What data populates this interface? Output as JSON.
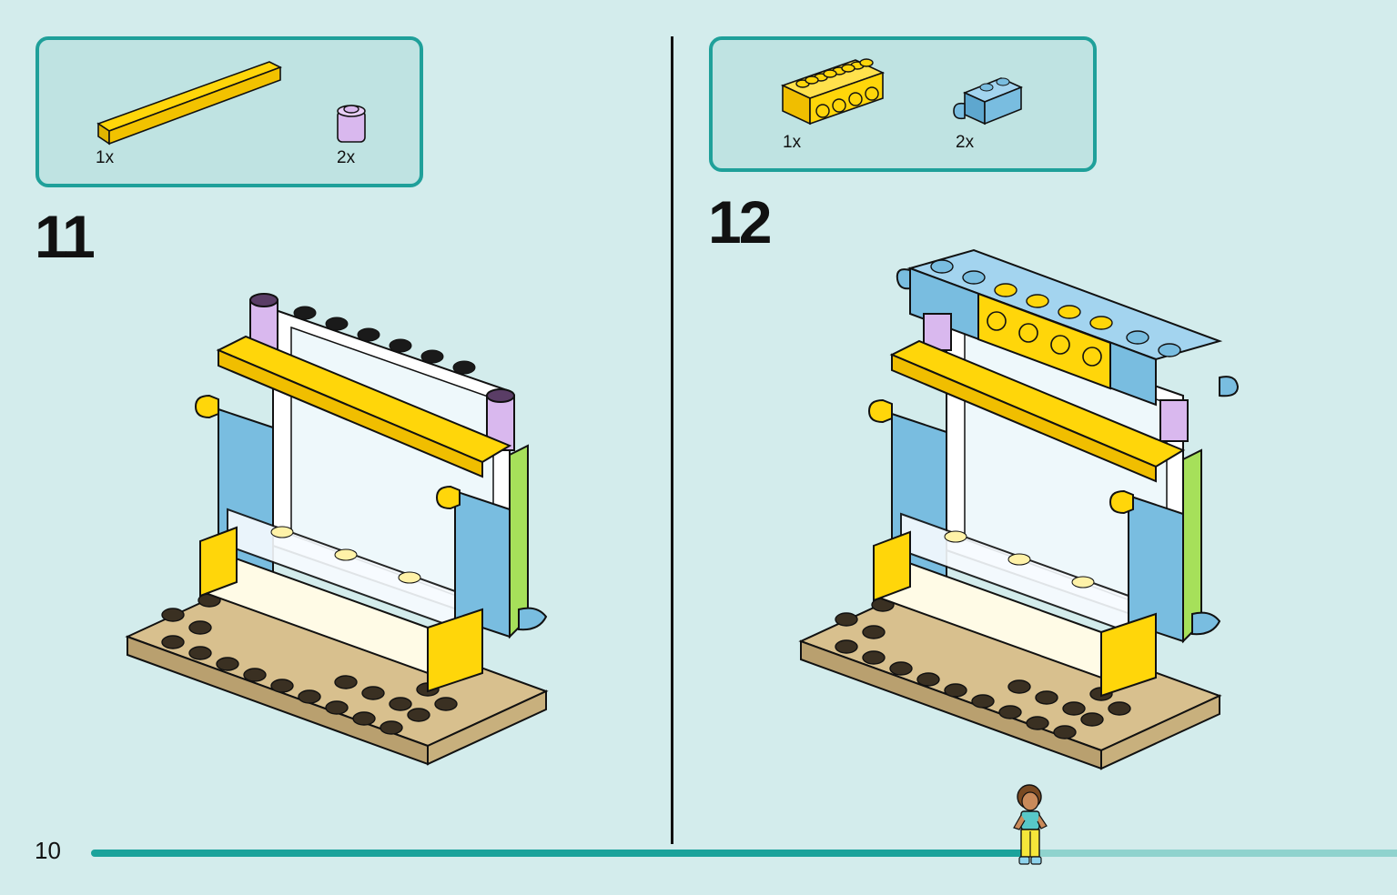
{
  "page": {
    "number": "10"
  },
  "progress": {
    "fraction": 0.72,
    "color_done": "#1aa39b",
    "color_todo": "#8fd3ce"
  },
  "colors": {
    "background": "#d3ecec",
    "box_border": "#1fa09a",
    "box_fill": "#bfe3e2"
  },
  "steps": [
    {
      "number": "11",
      "parts": [
        {
          "qty": "1x",
          "icon": "yellow-tile-1x8-icon",
          "color": "#ffd60a"
        },
        {
          "qty": "2x",
          "icon": "lavender-round-brick-icon",
          "color": "#d9b8ee"
        }
      ]
    },
    {
      "number": "12",
      "parts": [
        {
          "qty": "1x",
          "icon": "yellow-brick-1x4-with-studs-on-side-icon",
          "color": "#ffd60a"
        },
        {
          "qty": "2x",
          "icon": "blue-brick-with-clip-icon",
          "color": "#79bde0"
        }
      ]
    }
  ]
}
